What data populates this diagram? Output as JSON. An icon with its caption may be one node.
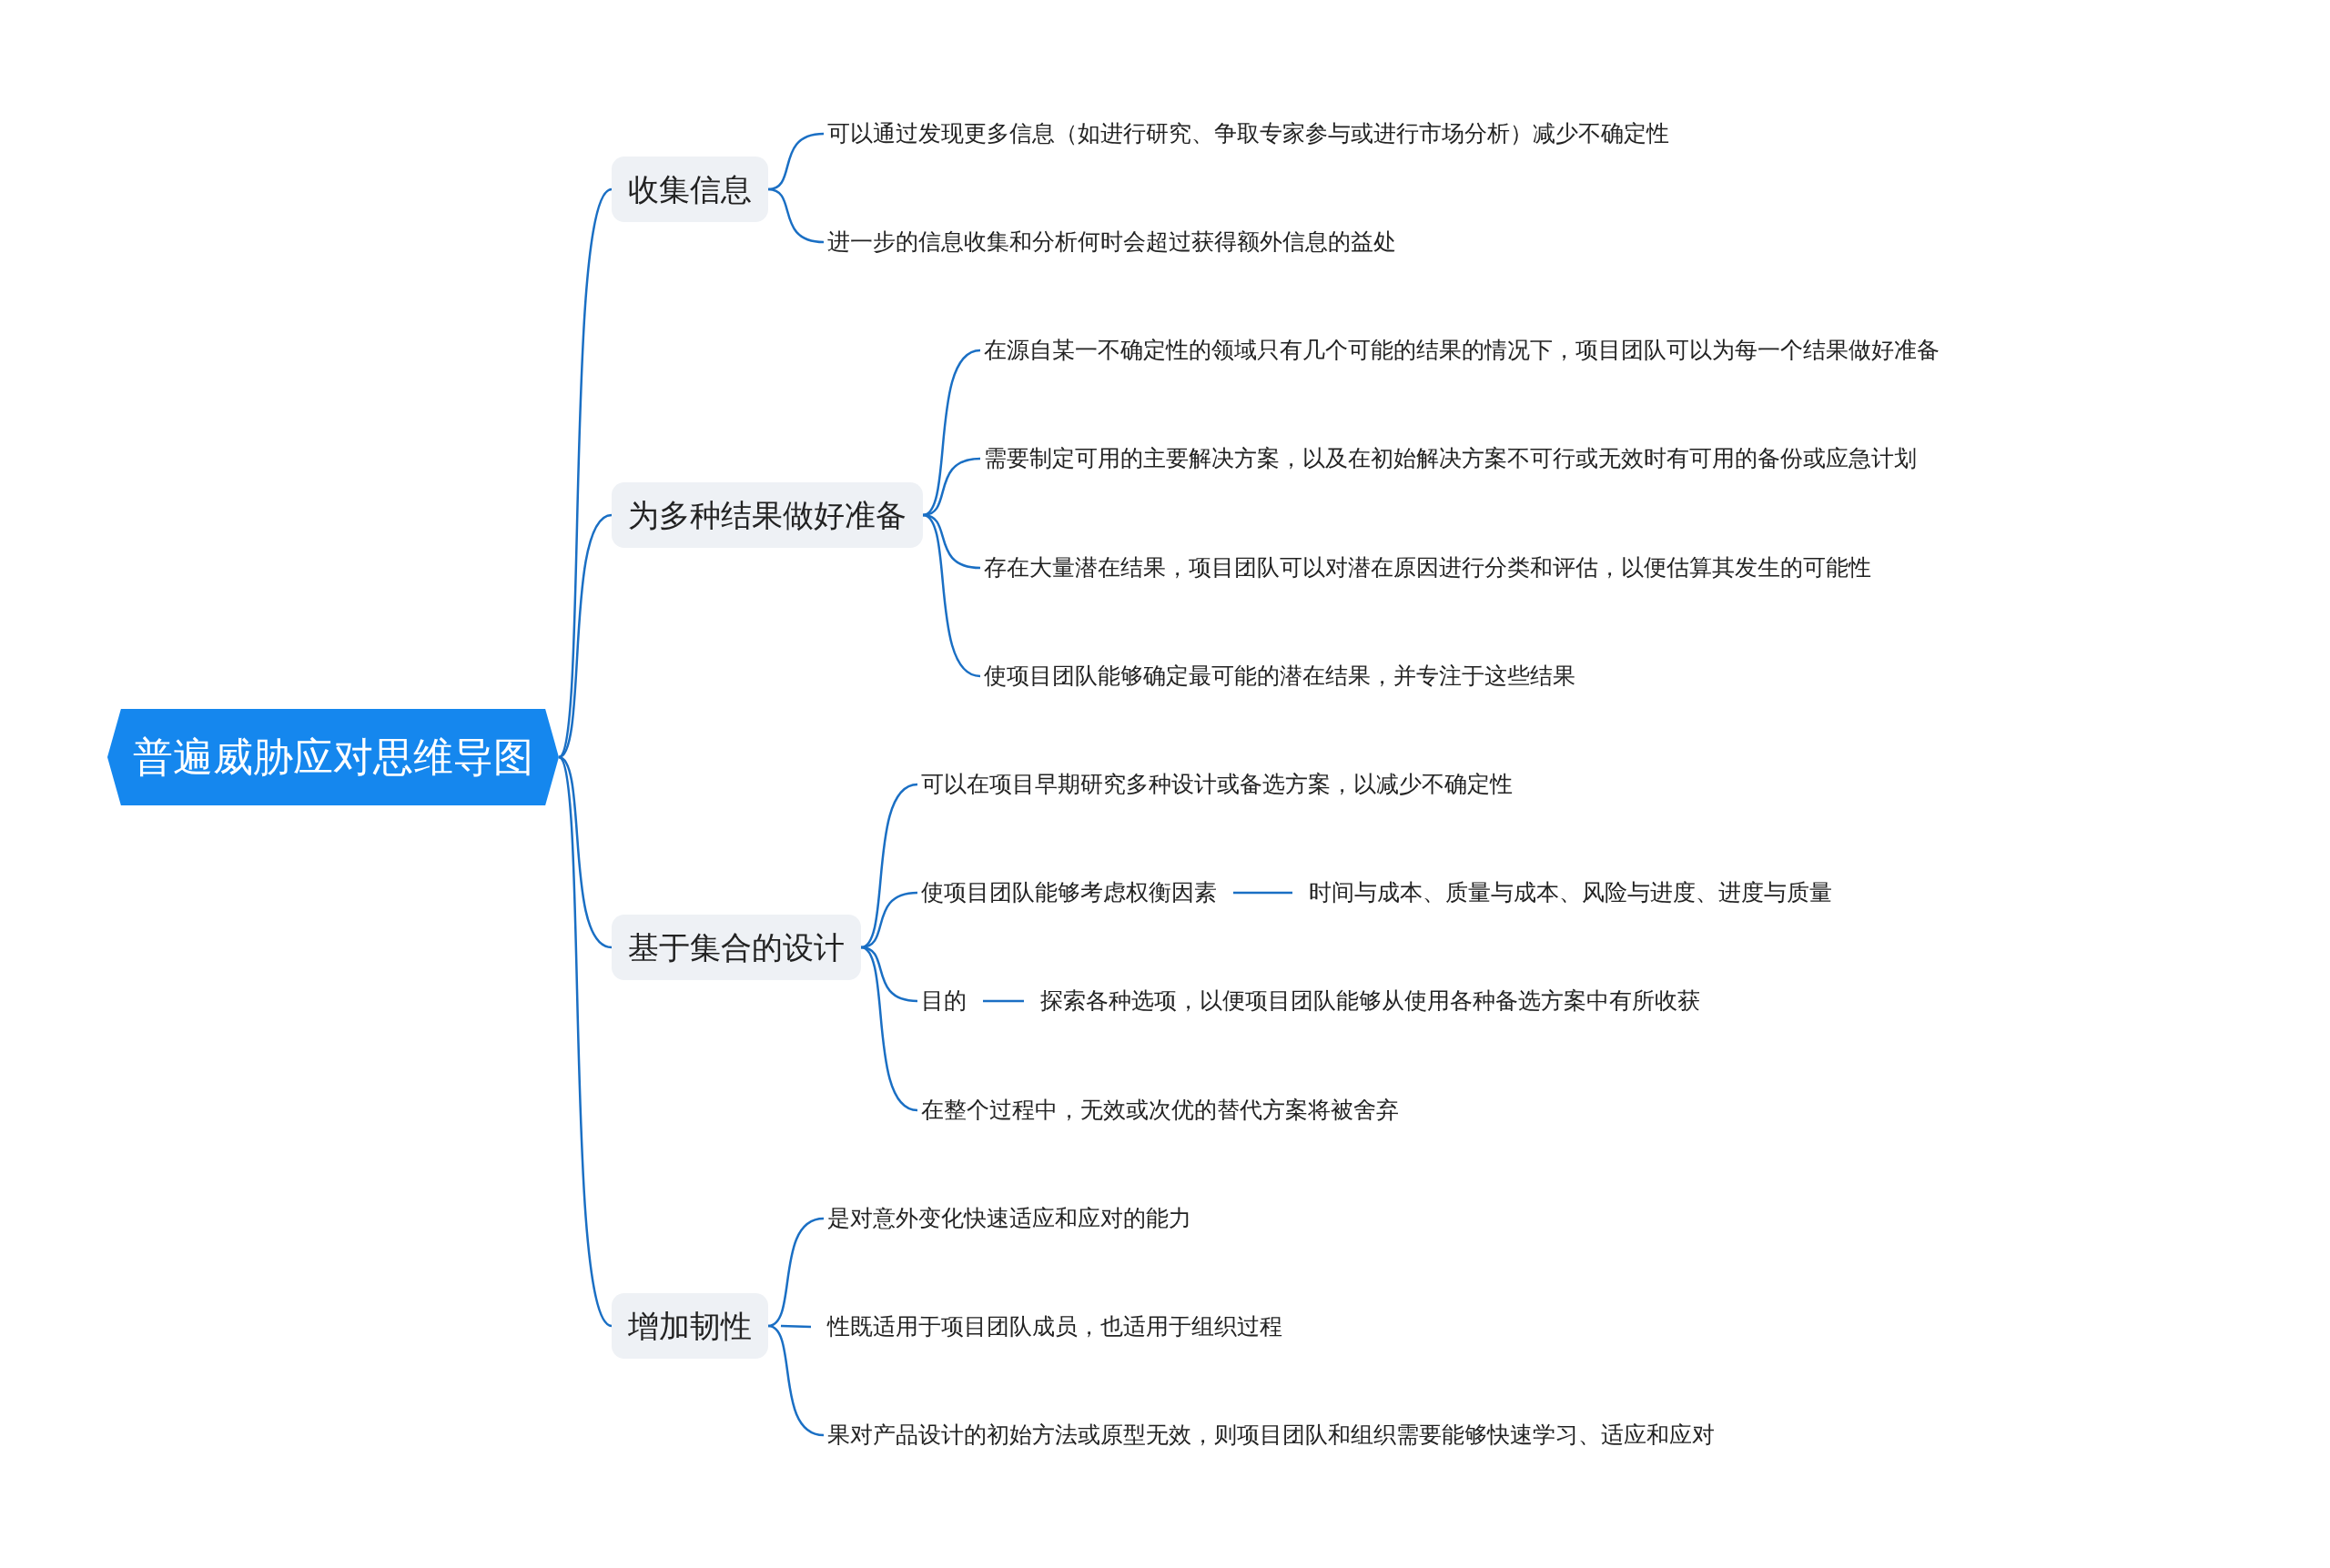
{
  "diagram": {
    "nodes": [
      {
        "text": [
          "普遍威胁应对思维导图"
        ]
      },
      {
        "text": [
          "收集信息"
        ]
      },
      {
        "text": [
          "可以通过发现更多信息（如进行研究、争取专家参与或进行市场分析）减少不确定性"
        ]
      },
      {
        "text": [
          "进一步的信息收集和分析何时会超过获得额外信息的益处"
        ]
      },
      {
        "text": [
          "为多种结果做好准备"
        ]
      },
      {
        "text": [
          "在源自某一不确定性的领域只有几个可能的结果的情况下，项目团队可以为每一个结果做好准备"
        ]
      },
      {
        "text": [
          "需要制定可用的主要解决方案，以及在初始解决方案不可行或无效时有可用的备份或应急计划"
        ]
      },
      {
        "text": [
          "存在大量潜在结果，项目团队可以对潜在原因进行分类和评估，以便估算其发生的可能性"
        ]
      },
      {
        "text": [
          "使项目团队能够确定最可能的潜在结果，并专注于这些结果"
        ]
      },
      {
        "text": [
          "基于集合的设计"
        ]
      },
      {
        "text": [
          "可以在项目早期研究多种设计或备选方案，以减少不确定性"
        ]
      },
      {
        "text": [
          "使项目团队能够考虑权衡因素"
        ]
      },
      {
        "text": [
          "时间与成本、质量与成本、风险与进度、进度与质量"
        ]
      },
      {
        "text": [
          "目的"
        ]
      },
      {
        "text": [
          "探索各种选项，以便项目团队能够从使用各种备选方案中有所收获"
        ]
      },
      {
        "text": [
          "在整个过程中，无效或次优的替代方案将被舍弃"
        ]
      },
      {
        "text": [
          "增加韧性"
        ]
      },
      {
        "text": [
          "是对意外变化快速适应和应对的能力"
        ]
      },
      {
        "text": [
          "性既适用于项目团队成员，也适用于组织过程"
        ]
      },
      {
        "text": [
          "果对产品设计的初始方法或原型无效，则项目团队和组织需要能够快速学习、适应和应对"
        ]
      }
    ],
    "edges": [
      {
        "from": 0,
        "to": 1,
        "arrow": "none"
      },
      {
        "from": 0,
        "to": 4,
        "arrow": "none"
      },
      {
        "from": 0,
        "to": 9,
        "arrow": "none"
      },
      {
        "from": 0,
        "to": 16,
        "arrow": "none"
      },
      {
        "from": 1,
        "to": 2,
        "arrow": "none"
      },
      {
        "from": 1,
        "to": 3,
        "arrow": "none"
      },
      {
        "from": 4,
        "to": 5,
        "arrow": "none"
      },
      {
        "from": 4,
        "to": 6,
        "arrow": "none"
      },
      {
        "from": 4,
        "to": 7,
        "arrow": "none"
      },
      {
        "from": 4,
        "to": 8,
        "arrow": "none"
      },
      {
        "from": 9,
        "to": 10,
        "arrow": "none"
      },
      {
        "from": 9,
        "to": 11,
        "arrow": "none"
      },
      {
        "from": 9,
        "to": 13,
        "arrow": "none"
      },
      {
        "from": 9,
        "to": 15,
        "arrow": "none"
      },
      {
        "from": 11,
        "to": 12,
        "arrow": "none"
      },
      {
        "from": 13,
        "to": 14,
        "arrow": "none"
      },
      {
        "from": 16,
        "to": 17,
        "arrow": "none"
      },
      {
        "from": 16,
        "to": 18,
        "arrow": "none"
      },
      {
        "from": 16,
        "to": 19,
        "arrow": "none"
      }
    ]
  }
}
